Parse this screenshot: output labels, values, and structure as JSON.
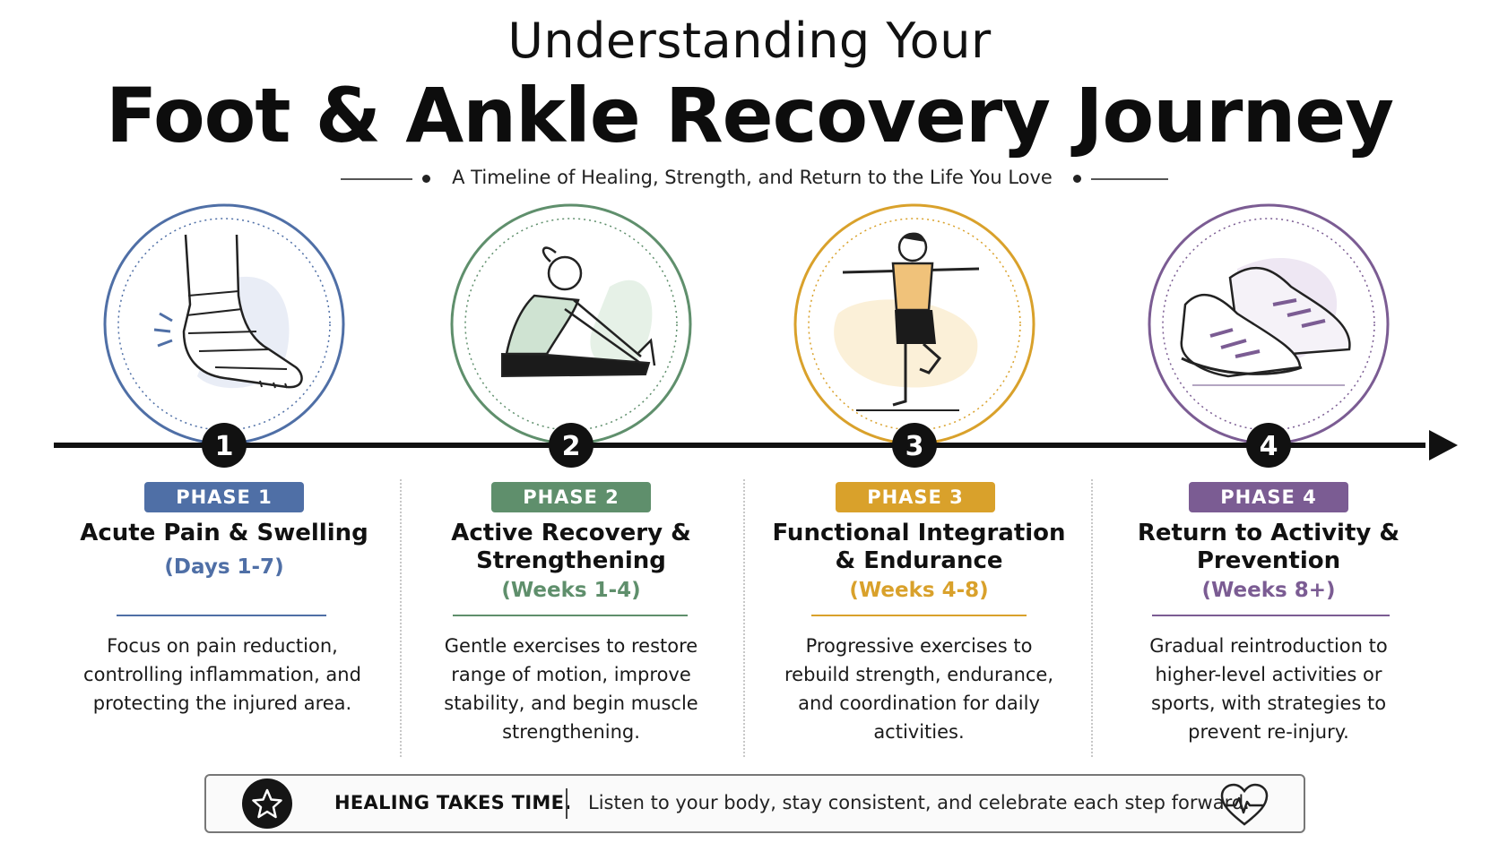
{
  "header": {
    "title_line1": "Understanding Your",
    "title_line2": "Foot & Ankle Recovery Journey",
    "subtitle": "A Timeline of Healing, Strength, and Return to the Life You Love"
  },
  "phases": [
    {
      "number": "1",
      "badge": "PHASE 1",
      "title": "Acute Pain & Swelling",
      "duration": "(Days 1-7)",
      "description": "Focus on pain reduction, controlling inflammation, and protecting the injured area.",
      "color": "#4f6fa6",
      "icon": "bandaged-ankle-icon"
    },
    {
      "number": "2",
      "badge": "PHASE 2",
      "title": "Active Recovery & Strengthening",
      "duration": "(Weeks 1-4)",
      "description": "Gentle exercises to restore range of motion, improve stability, and begin muscle strengthening.",
      "color": "#5f8f6c",
      "icon": "seated-stretch-icon"
    },
    {
      "number": "3",
      "badge": "PHASE 3",
      "title": "Functional Integration & Endurance",
      "duration": "(Weeks 4-8)",
      "description": "Progressive exercises to rebuild strength, endurance, and coordination for daily activities.",
      "color": "#d9a12b",
      "icon": "single-leg-balance-icon"
    },
    {
      "number": "4",
      "badge": "PHASE 4",
      "title": "Return to Activity & Prevention",
      "duration": "(Weeks 8+)",
      "description": "Gradual reintroduction to higher-level activities or sports, with strategies to prevent re-injury.",
      "color": "#7b5c93",
      "icon": "running-shoes-icon"
    }
  ],
  "footer": {
    "strong": "HEALING TAKES TIME.",
    "text": "Listen to your body, stay consistent, and celebrate each step forward.",
    "left_icon": "star-icon",
    "right_icon": "heartbeat-icon"
  }
}
